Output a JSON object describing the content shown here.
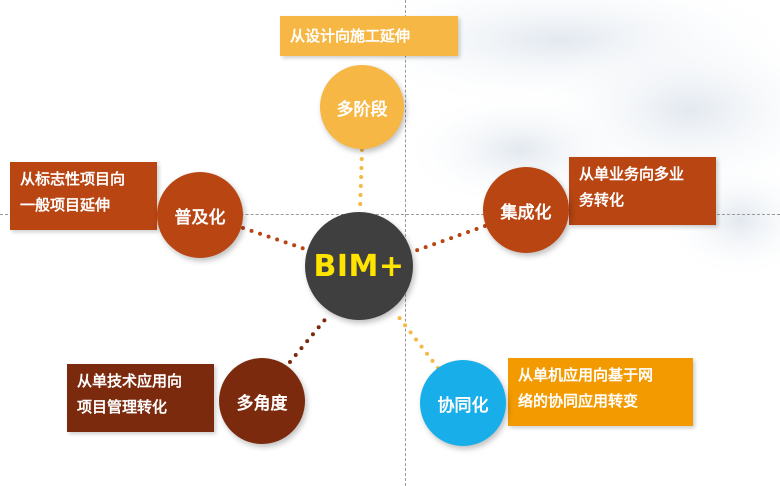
{
  "center": {
    "label": "BIM+"
  },
  "nodes": [
    {
      "id": "top",
      "label": "多阶段",
      "desc_lines": [
        "从设计向施工延伸"
      ],
      "color": "#f6b745"
    },
    {
      "id": "left",
      "label": "普及化",
      "desc_lines": [
        "从标志性项目向",
        "一般项目延伸"
      ],
      "color": "#b84512"
    },
    {
      "id": "right",
      "label": "集成化",
      "desc_lines": [
        "从单业务向多业",
        "务转化"
      ],
      "color": "#b84512"
    },
    {
      "id": "bottom-left",
      "label": "多角度",
      "desc_lines": [
        "从单技术应用向",
        "项目管理转化"
      ],
      "color": "#7b2a0e"
    },
    {
      "id": "bottom-right",
      "label": "协同化",
      "desc_lines": [
        "从单机应用向基于网",
        "络的协同应用转变"
      ],
      "color": "#17aee9",
      "desc_color": "#f29a00"
    }
  ]
}
